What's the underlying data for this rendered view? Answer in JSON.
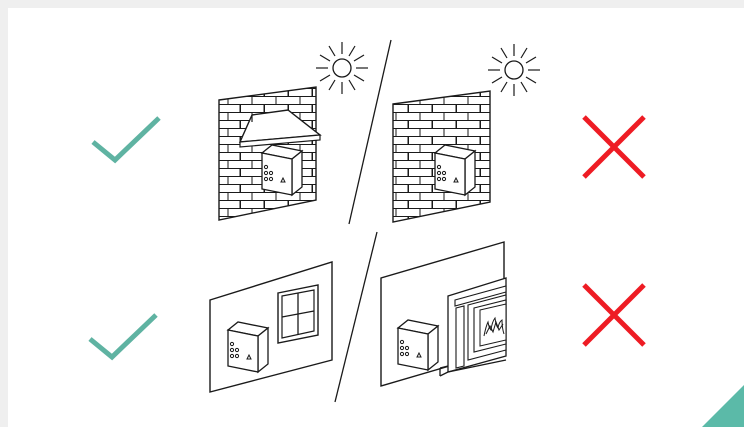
{
  "colors": {
    "check": "#5fb3a2",
    "cross": "#ee1c24",
    "line": "#1a1a1a",
    "background": "#efefef",
    "panel": "#ffffff",
    "corner_accent": "#5bbaa8"
  },
  "rows": [
    {
      "left": {
        "scene": "brick-wall-with-sun-and-canopy",
        "verdict": "correct",
        "icon": "check-icon"
      },
      "right": {
        "scene": "brick-wall-with-sun-no-canopy",
        "verdict": "incorrect",
        "icon": "cross-icon"
      }
    },
    {
      "left": {
        "scene": "wall-with-window",
        "verdict": "correct",
        "icon": "check-icon"
      },
      "right": {
        "scene": "wall-with-fireplace",
        "verdict": "incorrect",
        "icon": "cross-icon"
      }
    }
  ]
}
